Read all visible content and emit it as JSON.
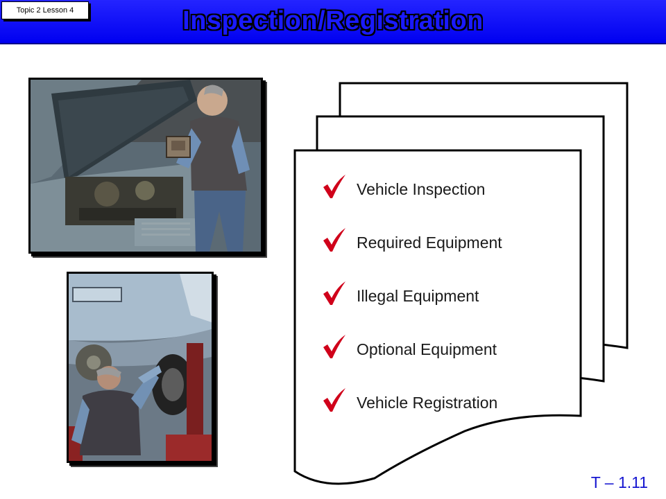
{
  "header": {
    "lesson_tag": "Topic 2 Lesson 4",
    "title": "Inspection/Registration"
  },
  "checklist": {
    "items": [
      {
        "label": "Vehicle Inspection",
        "icon": "checkmark-icon"
      },
      {
        "label": "Required Equipment",
        "icon": "checkmark-icon"
      },
      {
        "label": "Illegal Equipment",
        "icon": "checkmark-icon"
      },
      {
        "label": "Optional Equipment",
        "icon": "checkmark-icon"
      },
      {
        "label": "Vehicle Registration",
        "icon": "checkmark-icon"
      }
    ]
  },
  "footer": {
    "slide_number": "T – 1.11"
  },
  "colors": {
    "header_blue": "#0000f0",
    "check_red": "#d0001a",
    "slide_number_blue": "#1515d0"
  }
}
